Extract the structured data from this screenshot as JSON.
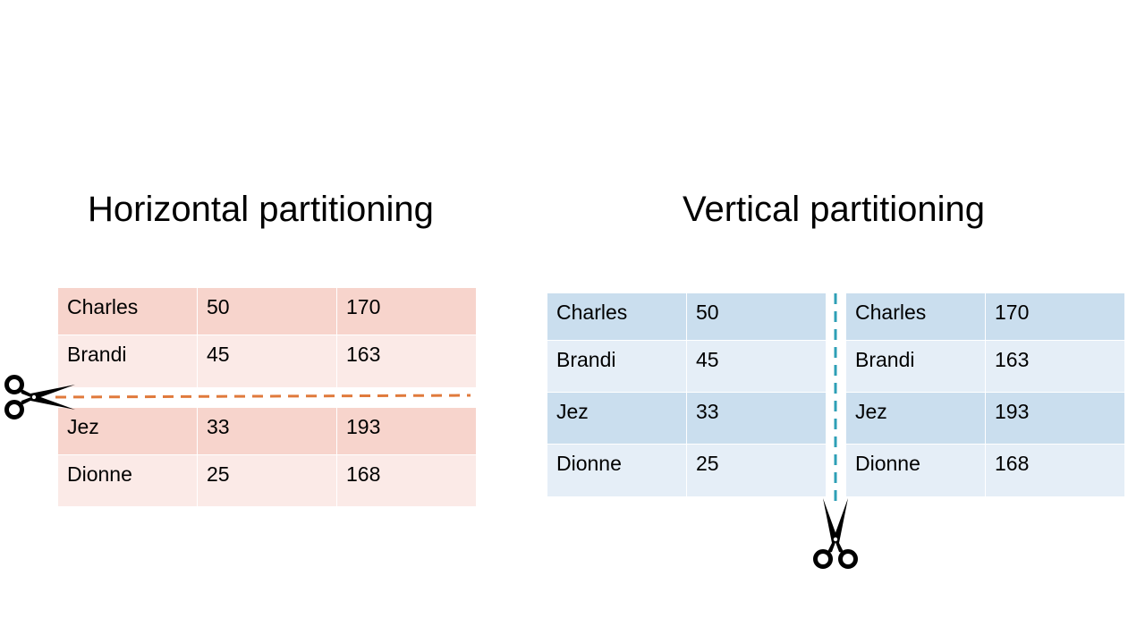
{
  "horizontal": {
    "title": "Horizontal partitioning",
    "rows": [
      [
        "Charles",
        "50",
        "170"
      ],
      [
        "Brandi",
        "45",
        "163"
      ],
      [
        "Jez",
        "33",
        "193"
      ],
      [
        "Dionne",
        "25",
        "168"
      ]
    ]
  },
  "vertical": {
    "title": "Vertical partitioning",
    "left_rows": [
      [
        "Charles",
        "50"
      ],
      [
        "Brandi",
        "45"
      ],
      [
        "Jez",
        "33"
      ],
      [
        "Dionne",
        "25"
      ]
    ],
    "right_rows": [
      [
        "Charles",
        "170"
      ],
      [
        "Brandi",
        "163"
      ],
      [
        "Jez",
        "193"
      ],
      [
        "Dionne",
        "168"
      ]
    ]
  },
  "colors": {
    "horizontal_cut_line": "#e07a3c",
    "vertical_cut_line": "#2e9fb6",
    "red_dark": "#f7d4cc",
    "red_light": "#fbeae7",
    "blue_dark": "#cadeee",
    "blue_light": "#e5eef7"
  },
  "icons": {
    "cut_tool": "scissors-icon"
  }
}
